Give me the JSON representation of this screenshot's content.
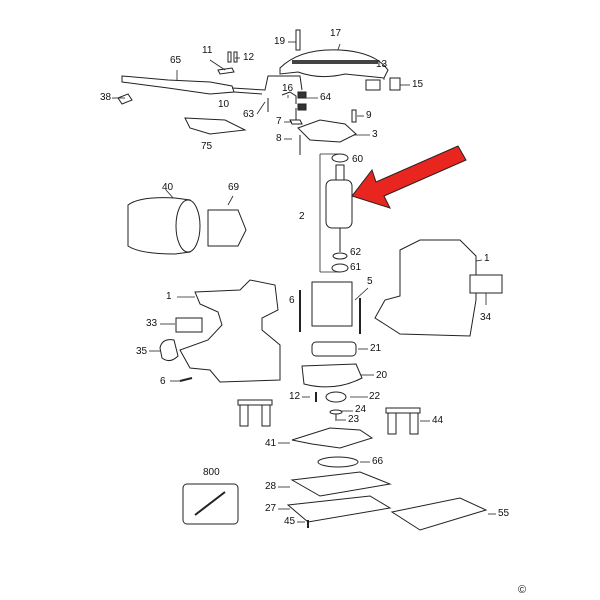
{
  "parts": {
    "p19": "19",
    "p17": "17",
    "p11": "11",
    "p12a": "12",
    "p65": "65",
    "p13": "13",
    "p15": "15",
    "p38": "38",
    "p10": "10",
    "p16": "16",
    "p64": "64",
    "p9": "9",
    "p63": "63",
    "p75": "75",
    "p7": "7",
    "p3": "3",
    "p8": "8",
    "p60": "60",
    "p40": "40",
    "p69": "69",
    "p2": "2",
    "p62": "62",
    "p61": "61",
    "p1a": "1",
    "p5": "5",
    "p6a": "6",
    "p1b": "1",
    "p33": "33",
    "p34": "34",
    "p35": "35",
    "p21": "21",
    "p20": "20",
    "p6b": "6",
    "p12b": "12",
    "p22": "22",
    "p24": "24",
    "p23": "23",
    "p44": "44",
    "p41": "41",
    "p66": "66",
    "p800": "800",
    "p28": "28",
    "p27": "27",
    "p45": "45",
    "p55": "55"
  },
  "copyright": "©",
  "colors": {
    "arrow": "#e8261f",
    "line": "#222222"
  }
}
